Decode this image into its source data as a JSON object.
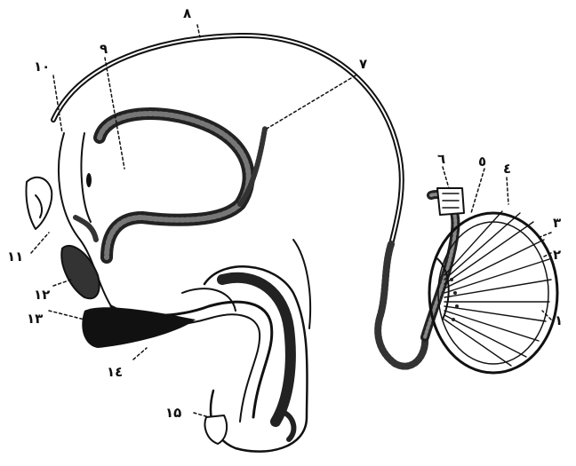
{
  "diagram": {
    "colors": {
      "ink": "#111111",
      "fill": "#1a1a1a",
      "paper": "#ffffff"
    },
    "labels": {
      "l1": "۱",
      "l2": "۲",
      "l3": "۳",
      "l4": "٤",
      "l5": "٥",
      "l6": "٦",
      "l7": "۷",
      "l8": "۸",
      "l9": "۹",
      "l10": "۱۰",
      "l11": "۱۱",
      "l12": "۱۲",
      "l13": "۱۳",
      "l14": "۱٤",
      "l15": "۱۵"
    }
  }
}
